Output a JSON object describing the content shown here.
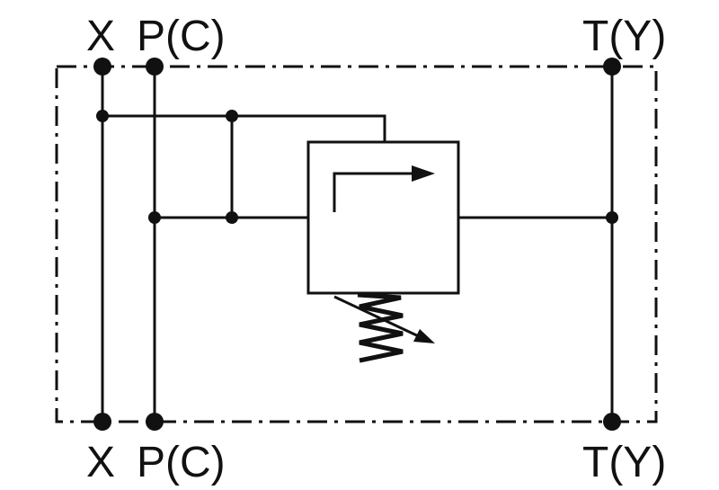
{
  "labels": {
    "top_x": "X",
    "top_p": "P(C)",
    "top_t": "T(Y)",
    "bottom_x": "X",
    "bottom_p": "P(C)",
    "bottom_t": "T(Y)"
  },
  "colors": {
    "line": "#111111",
    "background": "#ffffff"
  }
}
